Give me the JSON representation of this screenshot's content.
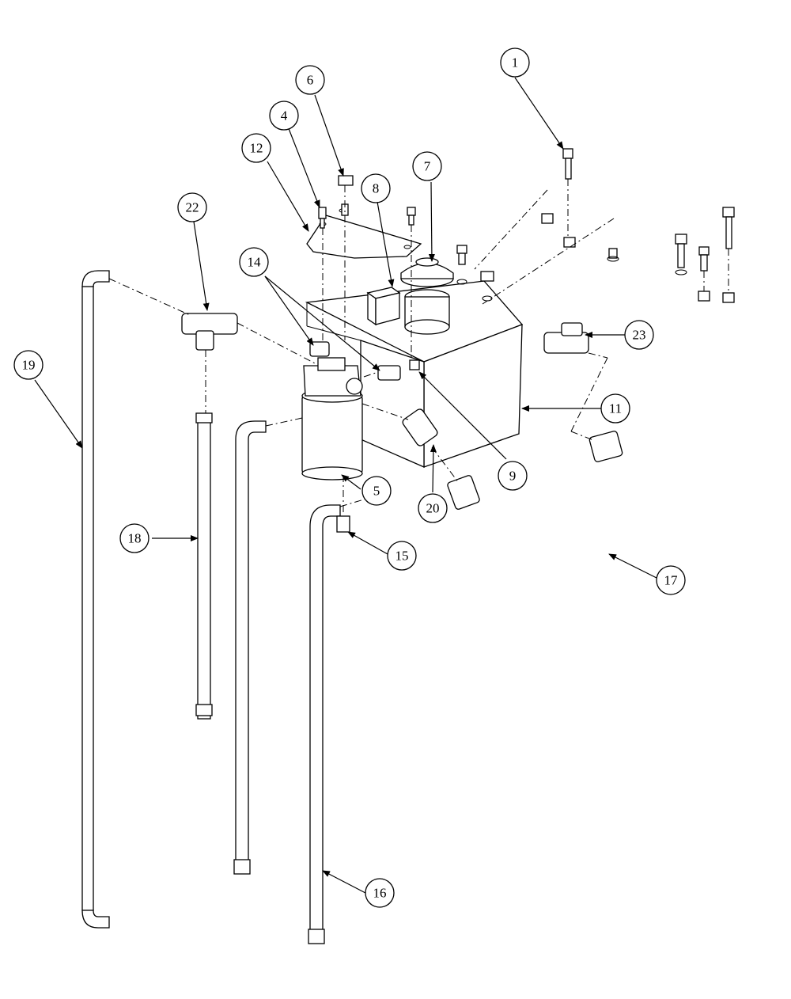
{
  "callouts": [
    {
      "id": "c1",
      "label": "1"
    },
    {
      "id": "c4",
      "label": "4"
    },
    {
      "id": "c5",
      "label": "5"
    },
    {
      "id": "c6",
      "label": "6"
    },
    {
      "id": "c7",
      "label": "7"
    },
    {
      "id": "c8",
      "label": "8"
    },
    {
      "id": "c9",
      "label": "9"
    },
    {
      "id": "c11",
      "label": "11"
    },
    {
      "id": "c12",
      "label": "12"
    },
    {
      "id": "c14",
      "label": "14"
    },
    {
      "id": "c15",
      "label": "15"
    },
    {
      "id": "c16",
      "label": "16"
    },
    {
      "id": "c17",
      "label": "17"
    },
    {
      "id": "c18",
      "label": "18"
    },
    {
      "id": "c19",
      "label": "19"
    },
    {
      "id": "c20",
      "label": "20"
    },
    {
      "id": "c22",
      "label": "22"
    },
    {
      "id": "c23",
      "label": "23"
    }
  ]
}
